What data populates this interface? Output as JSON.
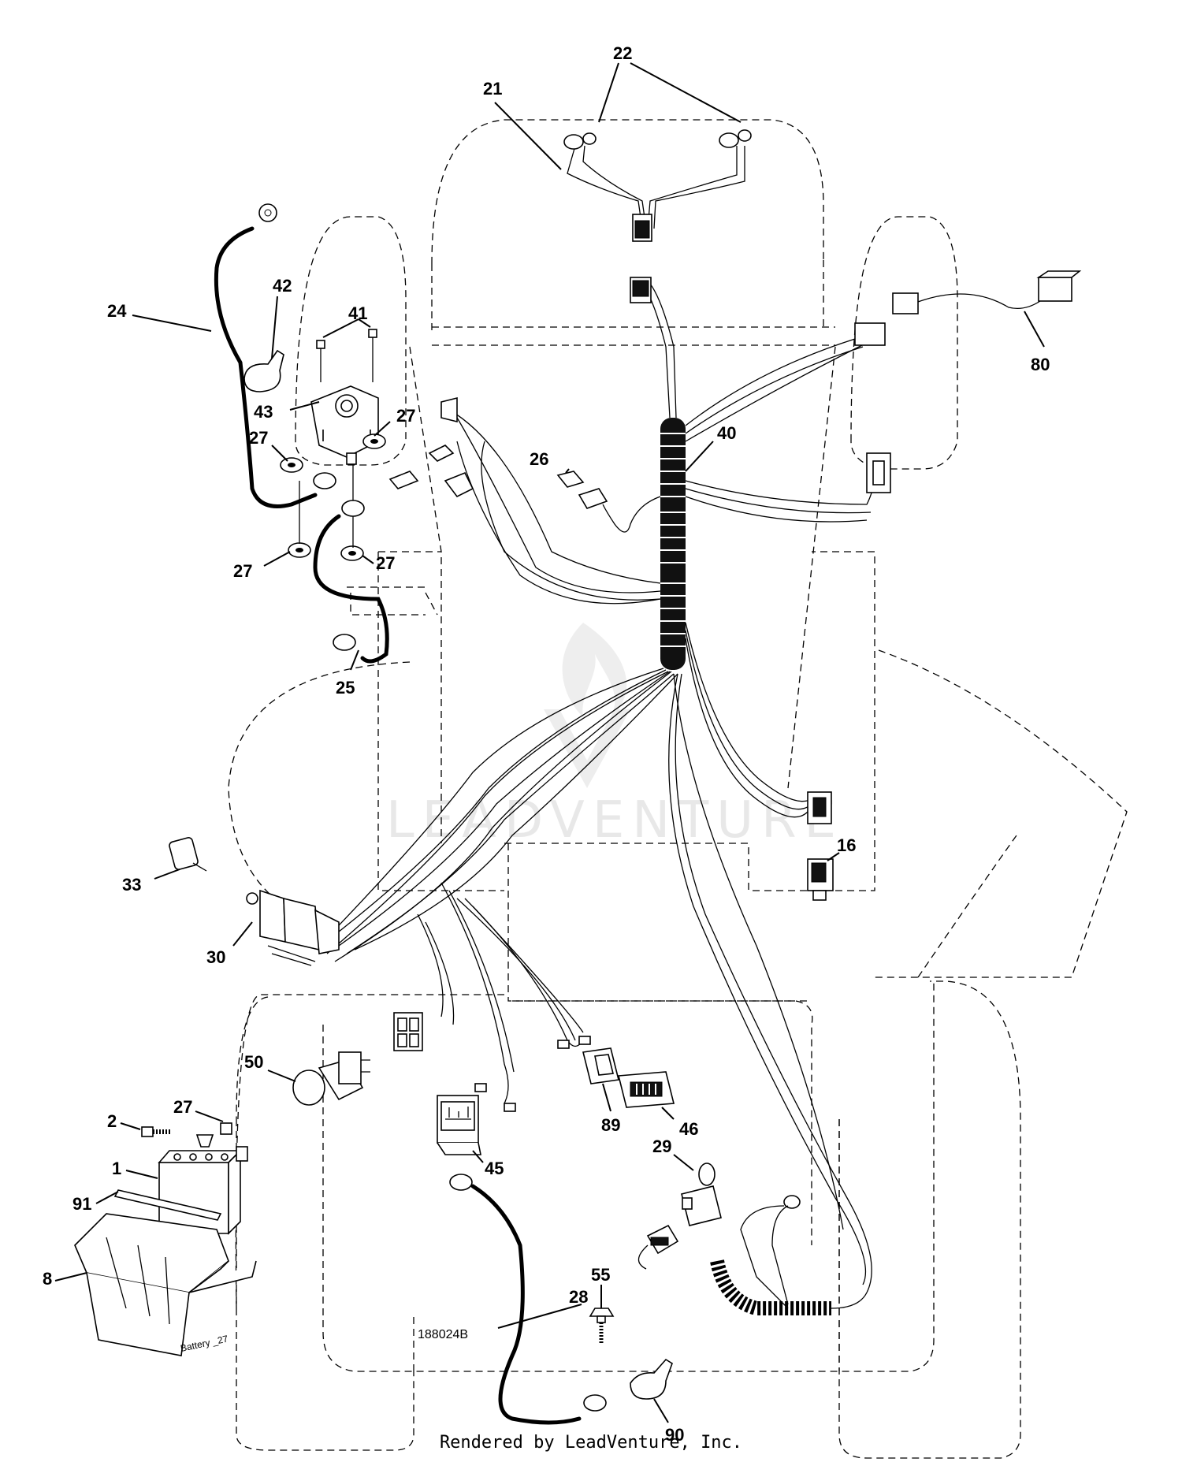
{
  "diagram": {
    "callouts": [
      {
        "id": "c22",
        "label": "22"
      },
      {
        "id": "c21",
        "label": "21"
      },
      {
        "id": "c24",
        "label": "24"
      },
      {
        "id": "c42",
        "label": "42"
      },
      {
        "id": "c41",
        "label": "41"
      },
      {
        "id": "c43",
        "label": "43"
      },
      {
        "id": "c27a",
        "label": "27"
      },
      {
        "id": "c27b",
        "label": "27"
      },
      {
        "id": "c27c",
        "label": "27"
      },
      {
        "id": "c27d",
        "label": "27"
      },
      {
        "id": "c80",
        "label": "80"
      },
      {
        "id": "c40",
        "label": "40"
      },
      {
        "id": "c26",
        "label": "26"
      },
      {
        "id": "c25",
        "label": "25"
      },
      {
        "id": "c16",
        "label": "16"
      },
      {
        "id": "c33",
        "label": "33"
      },
      {
        "id": "c30",
        "label": "30"
      },
      {
        "id": "c50",
        "label": "50"
      },
      {
        "id": "c2",
        "label": "2"
      },
      {
        "id": "c27e",
        "label": "27"
      },
      {
        "id": "c1",
        "label": "1"
      },
      {
        "id": "c91",
        "label": "91"
      },
      {
        "id": "c8",
        "label": "8"
      },
      {
        "id": "c89",
        "label": "89"
      },
      {
        "id": "c46",
        "label": "46"
      },
      {
        "id": "c29",
        "label": "29"
      },
      {
        "id": "c45",
        "label": "45"
      },
      {
        "id": "c55",
        "label": "55"
      },
      {
        "id": "c28",
        "label": "28"
      },
      {
        "id": "c90",
        "label": "90"
      }
    ],
    "drawing_number": "188024B",
    "battery_tag": "Battery _27",
    "watermark_text": "LEADVENTURE",
    "footer_text": "Rendered by LeadVenture, Inc."
  }
}
